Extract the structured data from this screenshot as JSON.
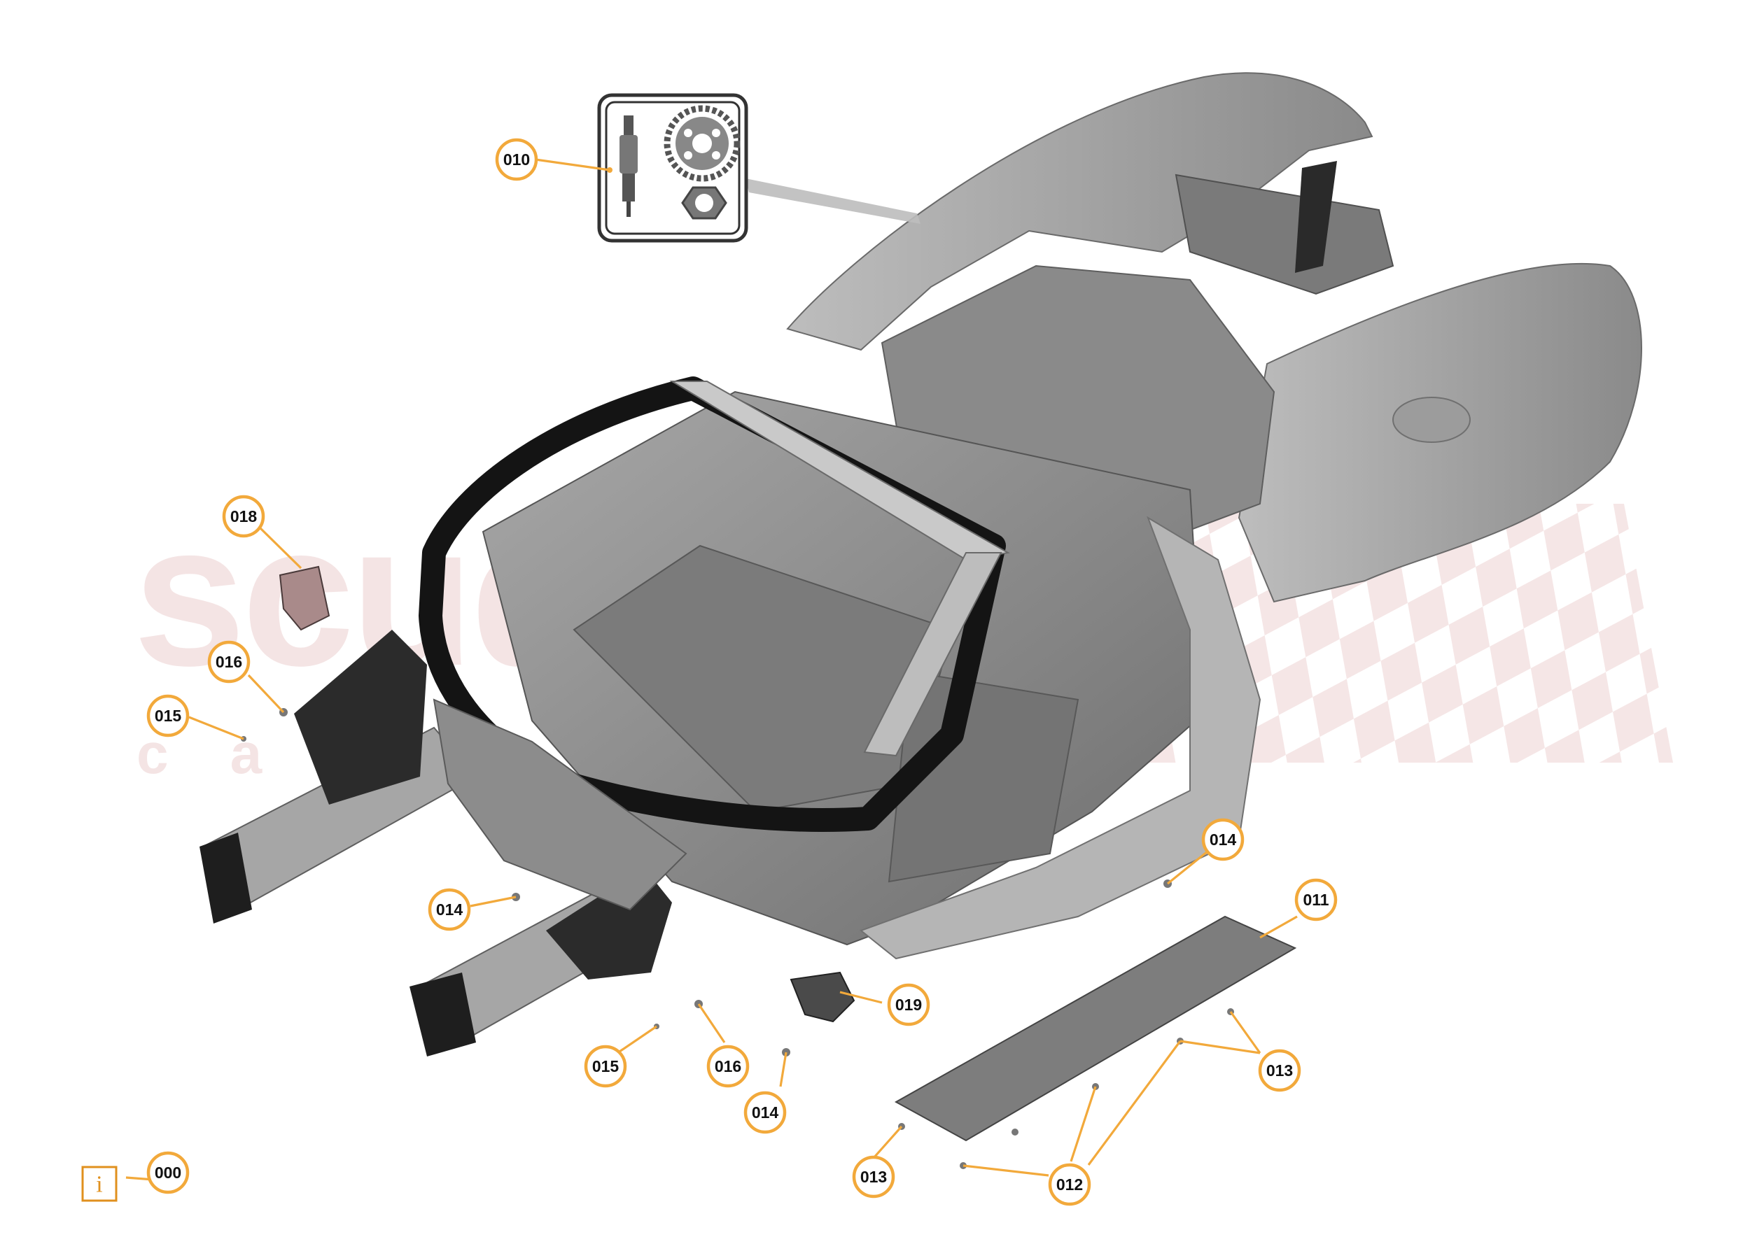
{
  "watermark": {
    "title": "scuderia",
    "subtitle": "car parts",
    "color": "#b33a3a"
  },
  "colors": {
    "callout_stroke": "#f2a93b",
    "body_grey": "#8f8f8f",
    "frame_black": "#1a1a1a"
  },
  "info_button": {
    "glyph": "i",
    "label": "000"
  },
  "inset_icon": {
    "name": "tools-hardware-icon"
  },
  "callouts": [
    {
      "id": "010",
      "label": "010"
    },
    {
      "id": "018",
      "label": "018"
    },
    {
      "id": "016a",
      "label": "016"
    },
    {
      "id": "015a",
      "label": "015"
    },
    {
      "id": "014a",
      "label": "014"
    },
    {
      "id": "014b",
      "label": "014"
    },
    {
      "id": "011",
      "label": "011"
    },
    {
      "id": "019",
      "label": "019"
    },
    {
      "id": "015b",
      "label": "015"
    },
    {
      "id": "016b",
      "label": "016"
    },
    {
      "id": "014c",
      "label": "014"
    },
    {
      "id": "013a",
      "label": "013"
    },
    {
      "id": "013b",
      "label": "013"
    },
    {
      "id": "012",
      "label": "012"
    }
  ]
}
